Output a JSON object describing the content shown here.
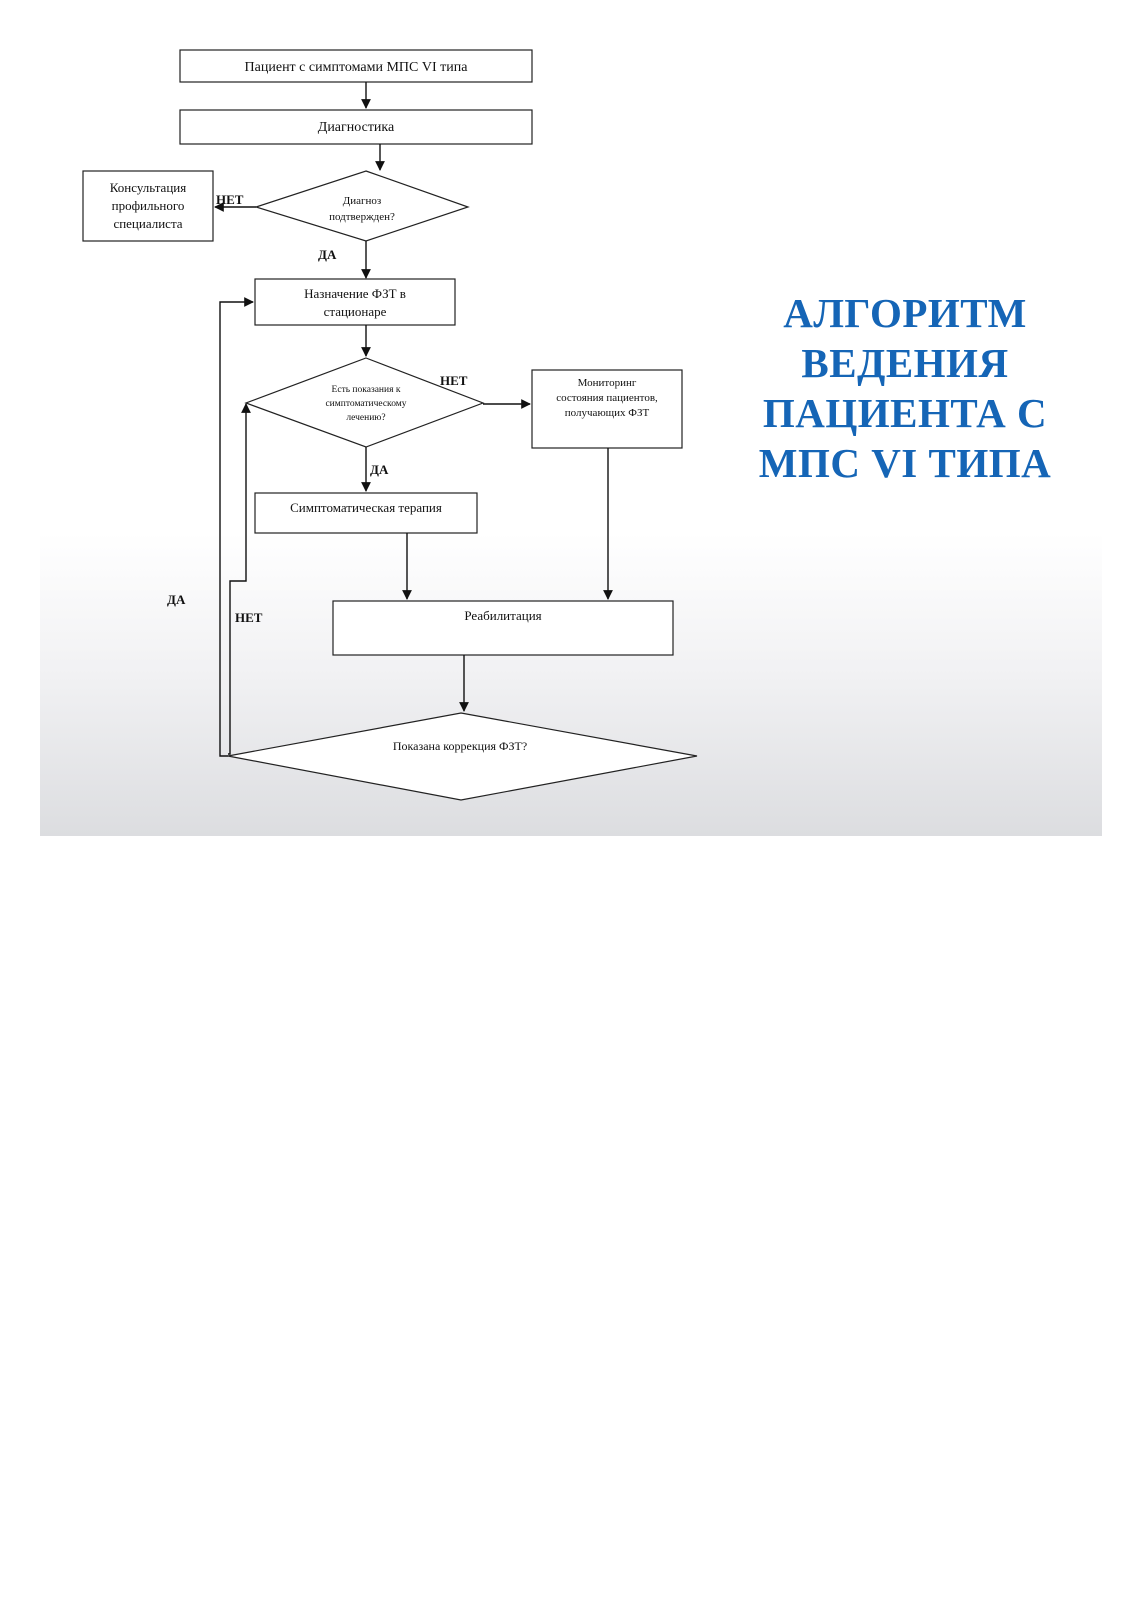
{
  "title_lines": [
    "АЛГОРИТМ",
    "ВЕДЕНИЯ",
    "ПАЦИЕНТА С",
    "МПС VI ТИПА"
  ],
  "colors": {
    "title": "#1565b6",
    "lines": "#111111"
  },
  "flowchart": {
    "start": "Пациент с симптомами МПС VI типа",
    "diagnostics": "Диагностика",
    "decision_diagnosis": [
      "Диагноз",
      "подтвержден?"
    ],
    "consult": [
      "Консультация",
      "профильного",
      "специалиста"
    ],
    "prescribe_ert": [
      "Назначение ФЗТ в",
      "стационаре"
    ],
    "decision_symptomatic": [
      "Есть показания к",
      "симптоматическому",
      "лечению?"
    ],
    "monitoring": [
      "Мониторинг",
      "состояния пациентов,",
      "получающих ФЗТ"
    ],
    "symptomatic_therapy": "Симптоматическая терапия",
    "rehabilitation": "Реабилитация",
    "decision_correction": "Показана коррекция ФЗТ?",
    "labels": {
      "no_diagnosis": "НЕТ",
      "yes_diagnosis": "ДА",
      "no_symptomatic": "НЕТ",
      "yes_symptomatic": "ДА",
      "yes_correction": "ДА",
      "no_correction": "НЕТ"
    }
  }
}
